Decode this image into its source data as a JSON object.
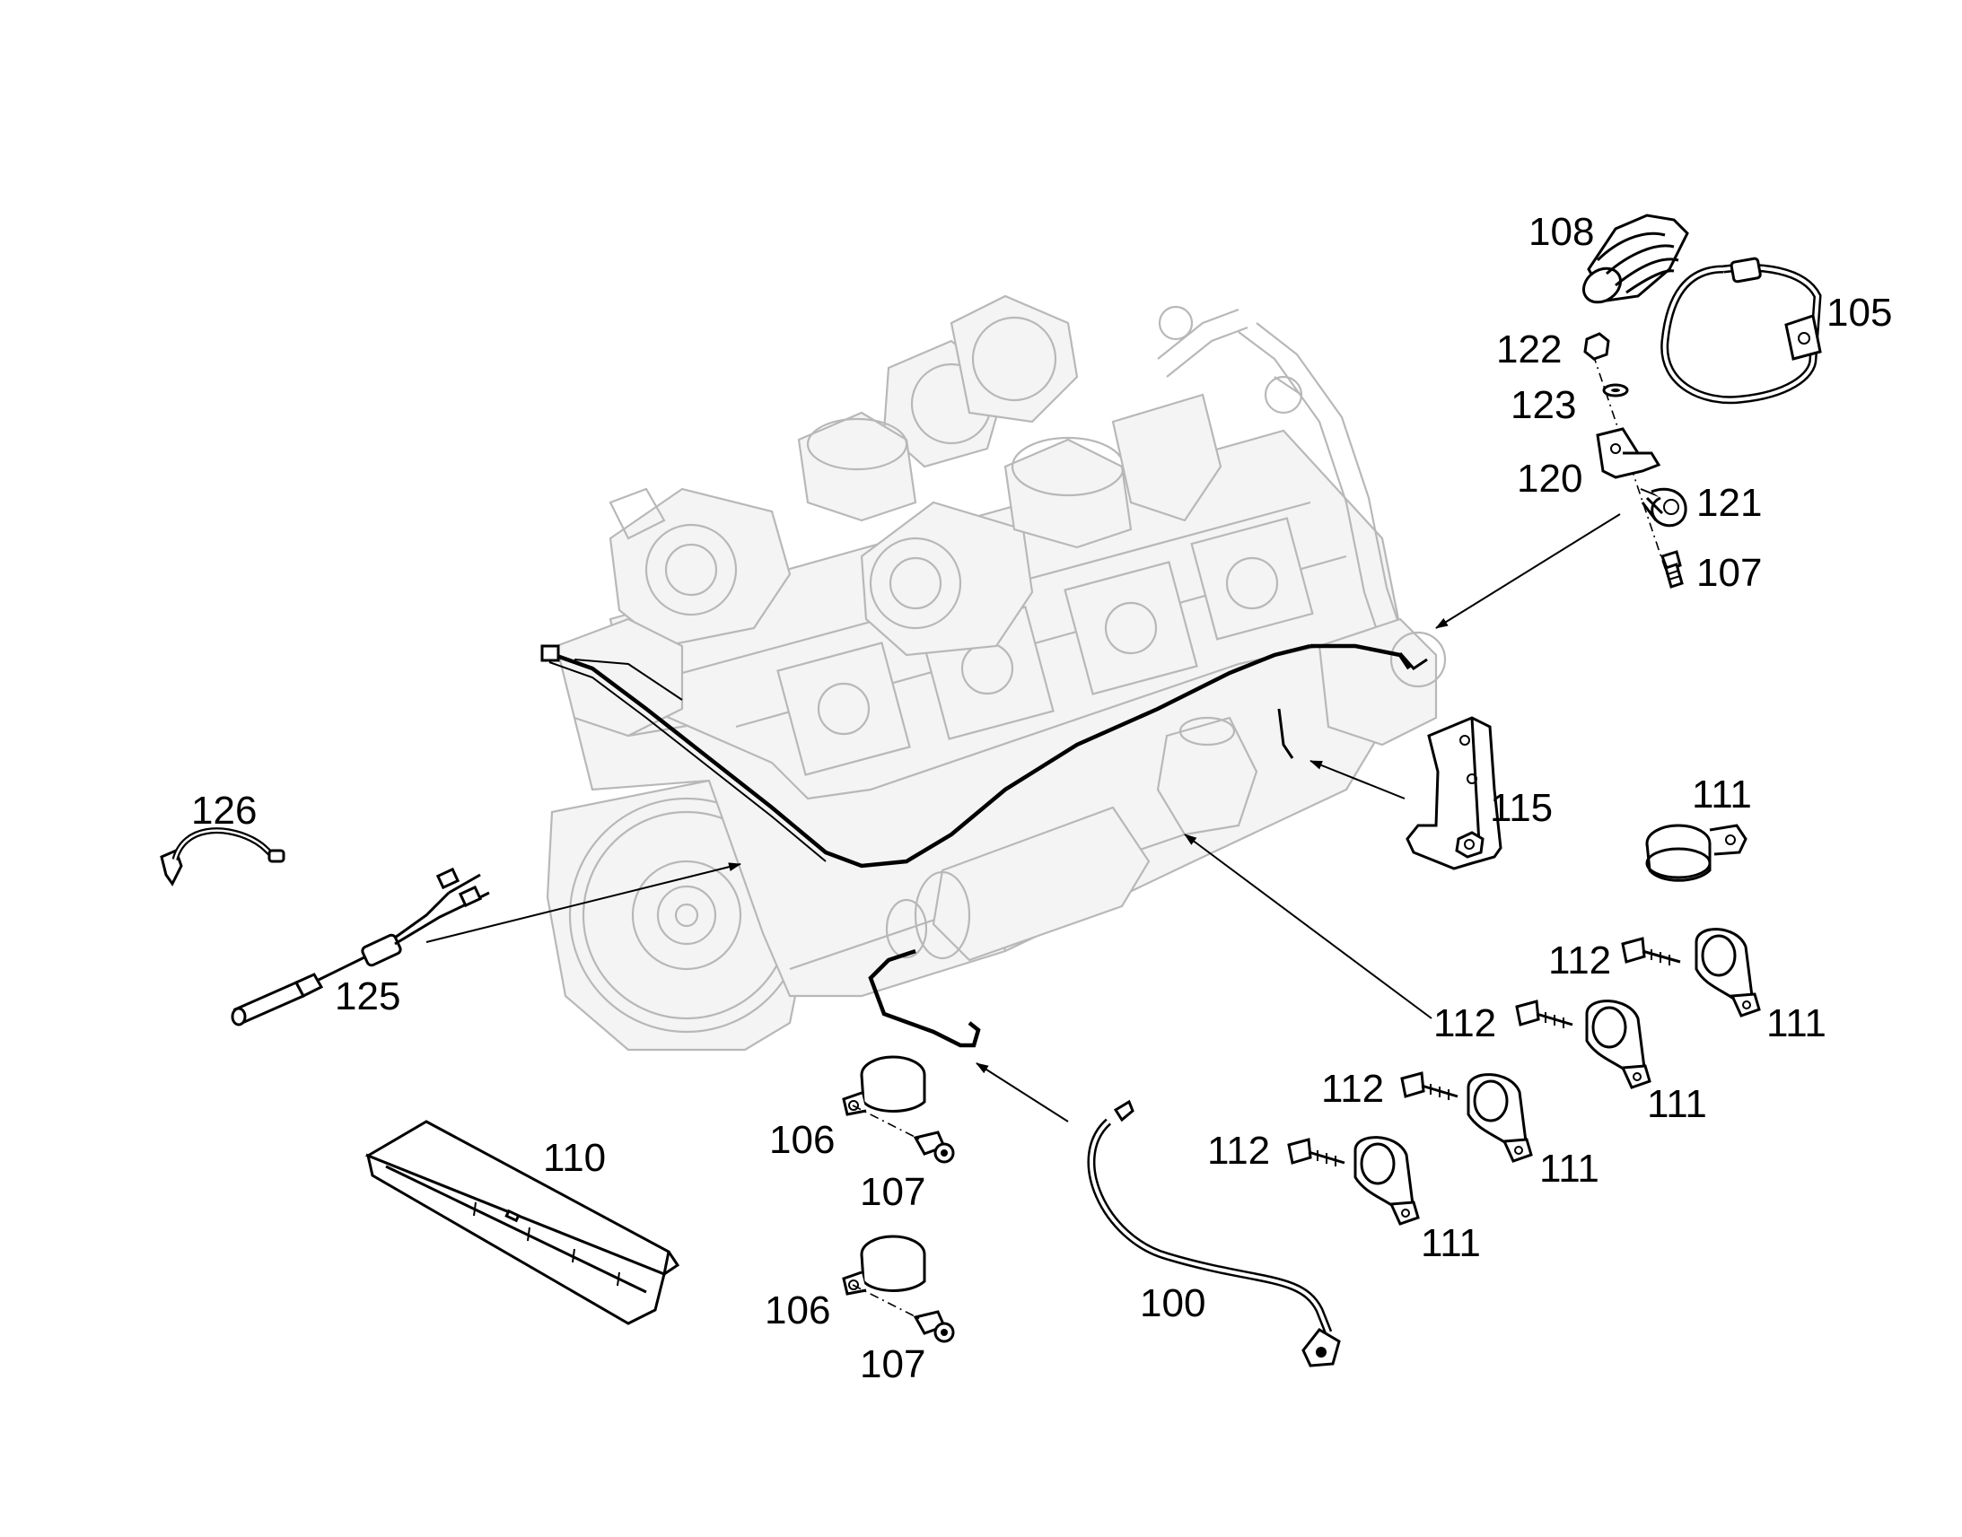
{
  "diagram": {
    "callouts": {
      "c100": "100",
      "c105": "105",
      "c106a": "106",
      "c106b": "106",
      "c107a": "107",
      "c107b": "107",
      "c107c": "107",
      "c108": "108",
      "c110": "110",
      "c111a": "111",
      "c111b": "111",
      "c111c": "111",
      "c111d": "111",
      "c111e": "111",
      "c112a": "112",
      "c112b": "112",
      "c112c": "112",
      "c112d": "112",
      "c115": "115",
      "c120": "120",
      "c121": "121",
      "c122": "122",
      "c123": "123",
      "c125": "125",
      "c126": "126"
    }
  }
}
